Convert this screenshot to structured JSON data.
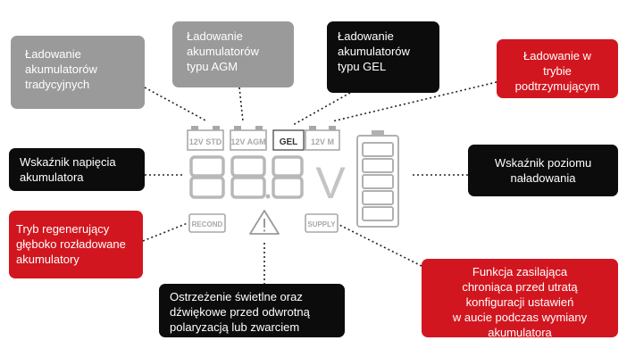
{
  "callouts": {
    "traditional": "Ładowanie\nakumulatorów\ntradycyjnych",
    "agm": "Ładowanie\nakumulatorów\ntypu AGM",
    "gel": "Ładowanie\nakumulatorów\ntypu GEL",
    "float": "Ładowanie w\ntrybie\npodtrzymującym",
    "voltage": "Wskaźnik napięcia\nakumulatora",
    "level": "Wskaźnik poziomu\nnaładowania",
    "regeneration": "Tryb regenerujący\ngłęboko rozładowane\nakumulatory",
    "warning": "Ostrzeżenie świetlne oraz\ndźwiękowe przed odwrotną\npolaryzacją lub zwarciem",
    "supply": "Funkcja zasilająca\nchroniąca przed utratą\nkonfiguracji ustawień\nw aucie podczas wymiany\nakumulatora"
  },
  "display": {
    "icon_std": "12V STD",
    "icon_agm": "12V AGM",
    "icon_gel": "GEL",
    "icon_m": "12V M",
    "voltage_unit": "V",
    "recond": "RECOND",
    "supply": "SUPPLY"
  },
  "colors": {
    "gray": "#9a9a9a",
    "black": "#0c0c0c",
    "red": "#d2161f",
    "lcd_segment": "#b8b8b8"
  }
}
